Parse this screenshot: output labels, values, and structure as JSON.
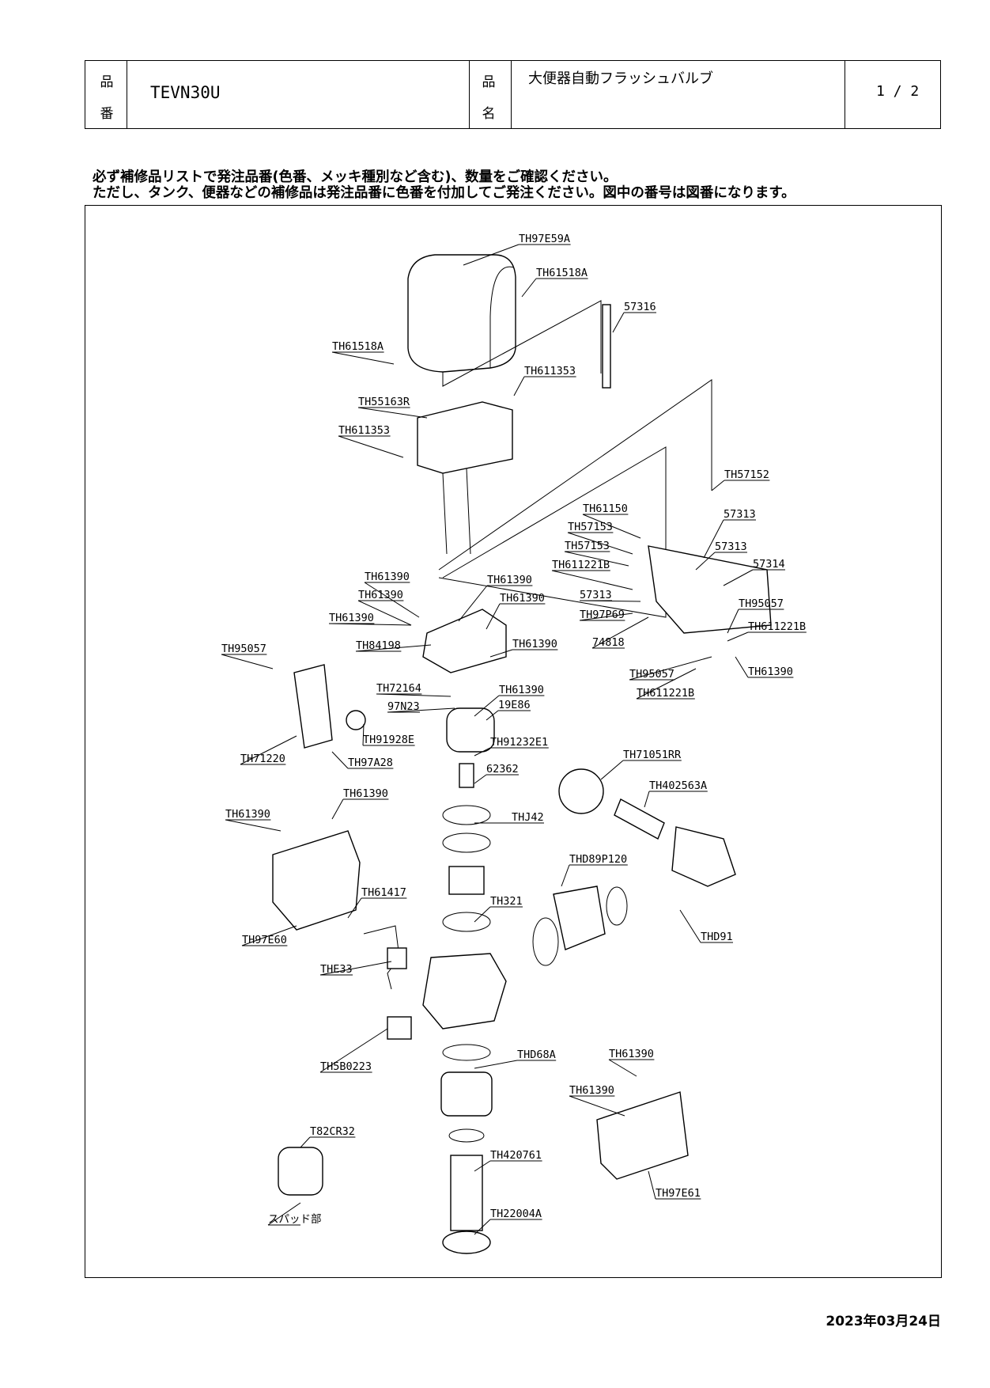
{
  "header": {
    "hinban_label": [
      "品",
      "番"
    ],
    "product_number": "TEVN30U",
    "hinmei_label": [
      "品",
      "名"
    ],
    "product_name": "大便器自動フラッシュバルブ",
    "page": "1 / 2"
  },
  "notes": [
    "必ず補修品リストで発注品番(色番、メッキ種別など含む)、数量をご確認ください。",
    "ただし、タンク、便器などの補修品は発注品番に色番を付加してご発注ください。図中の番号は図番になります。"
  ],
  "parts": [
    "TH97E59A",
    "TH61518A",
    "57316",
    "TH61518A",
    "TH611353",
    "TH55163R",
    "TH611353",
    "TH57152",
    "TH61150",
    "57313",
    "TH57153",
    "57313",
    "TH57153",
    "TH611221B",
    "57314",
    "TH61390",
    "TH61390",
    "TH61390",
    "TH61390",
    "57313",
    "TH95057",
    "TH61390",
    "TH97P69",
    "TH611221B",
    "TH84198",
    "TH61390",
    "74818",
    "TH95057",
    "TH61390",
    "TH95057",
    "TH611221B",
    "TH72164",
    "TH61390",
    "97N23",
    "19E86",
    "TH91928E",
    "TH91232E1",
    "TH71220",
    "TH97A28",
    "TH71051RR",
    "62362",
    "TH402563A",
    "TH61390",
    "TH61390",
    "THJ42",
    "THD89P120",
    "TH61417",
    "TH321",
    "TH97E60",
    "THD91",
    "THE33",
    "TH5B0223",
    "THD68A",
    "TH61390",
    "TH61390",
    "T82CR32",
    "TH420761",
    "TH97E61",
    "スパッド部",
    "TH22004A"
  ],
  "date": "2023年03月24日"
}
